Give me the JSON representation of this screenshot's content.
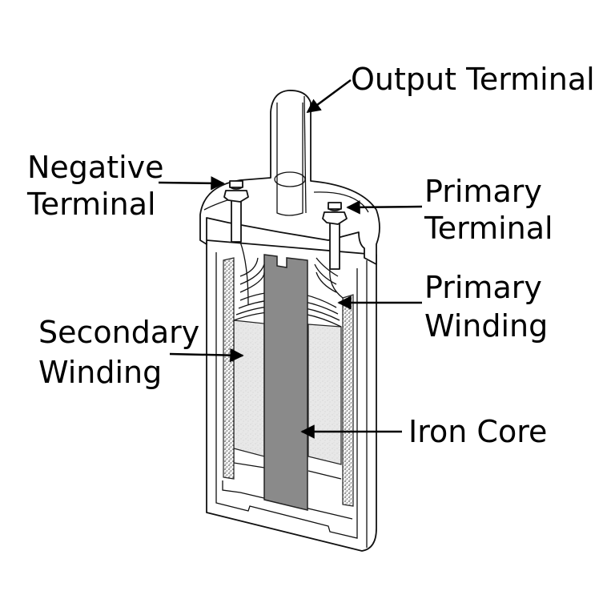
{
  "title": "Ignition Coil Cutaway",
  "colors": {
    "background": "#ffffff",
    "outline": "#111111",
    "iron_core": "#8a8a8a",
    "secondary_fill": "#e6e6e6"
  },
  "labels": {
    "output_terminal": "Output Terminal",
    "negative_terminal": [
      "Negative",
      "Terminal"
    ],
    "primary_terminal": [
      "Primary",
      "Terminal"
    ],
    "primary_winding": [
      "Primary",
      "Winding"
    ],
    "secondary_winding": [
      "Secondary",
      "Winding"
    ],
    "iron_core": "Iron Core"
  }
}
